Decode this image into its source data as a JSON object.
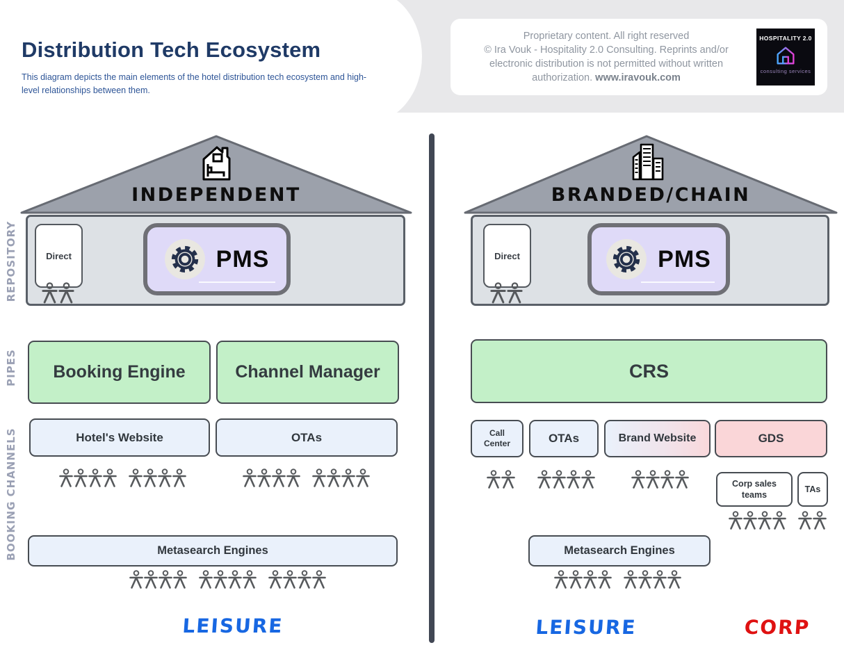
{
  "header": {
    "title": "Distribution Tech Ecosystem",
    "subtitle": "This diagram depicts the main elements of the hotel distribution tech ecosystem and high-level relationships between them.",
    "copyright": {
      "l1": "Proprietary content. All right reserved",
      "l2": "© Ira Vouk - Hospitality 2.0 Consulting. Reprints and/or",
      "l3": "electronic distribution is not permitted without written",
      "l4": "authorization. ",
      "website": "www.iravouk.com"
    },
    "logo": {
      "title": "HOSPITALITY 2.0",
      "subtitle": "consulting services",
      "icon": "neon-house-icon"
    }
  },
  "row_labels": [
    "REPOSITORY",
    "PIPES",
    "BOOKING CHANNELS"
  ],
  "left_house": {
    "roof_label": "INDEPENDENT",
    "roof_icon": "hotel-bed-icon",
    "direct_label": "Direct",
    "pms_label": "PMS",
    "pms_icon": "gear-icon",
    "booking_engine": "Booking Engine",
    "channel_manager": "Channel Manager",
    "hotels_website": "Hotel's Website",
    "otas": "OTAs",
    "metasearch": "Metasearch Engines",
    "segment_label": "LEISURE",
    "people": {
      "direct": [
        2
      ],
      "hotels_website": [
        4,
        4
      ],
      "otas": [
        4,
        4
      ],
      "metasearch": [
        4,
        4,
        4
      ]
    }
  },
  "right_house": {
    "roof_label": "BRANDED/CHAIN",
    "roof_icon": "city-buildings-icon",
    "direct_label": "Direct",
    "pms_label": "PMS",
    "pms_icon": "gear-icon",
    "crs": "CRS",
    "call_center": "Call Center",
    "otas": "OTAs",
    "brand_website": "Brand Website",
    "gds": "GDS",
    "corp_sales": "Corp sales teams",
    "tas": "TAs",
    "metasearch": "Metasearch Engines",
    "segment_leisure": "LEISURE",
    "segment_corp": "CORP",
    "people": {
      "direct": [
        2
      ],
      "call_center": [
        2
      ],
      "otas": [
        4
      ],
      "brand_website": [
        4
      ],
      "corp_sales": [
        4
      ],
      "tas": [
        2
      ],
      "metasearch": [
        4,
        4
      ]
    }
  },
  "colors": {
    "title_navy": "#1F3A66",
    "subtitle_blue": "#2E5597",
    "roof_gray": "#9CA1AB",
    "body_gray": "#DDE1E5",
    "pms_lavender": "#DFDAF8",
    "pipes_green": "#C3F0C8",
    "channel_blue": "#EAF1FB",
    "gds_pink": "#FAD6D8",
    "leisure_blue": "#1767E2",
    "corp_red": "#DF1111"
  }
}
